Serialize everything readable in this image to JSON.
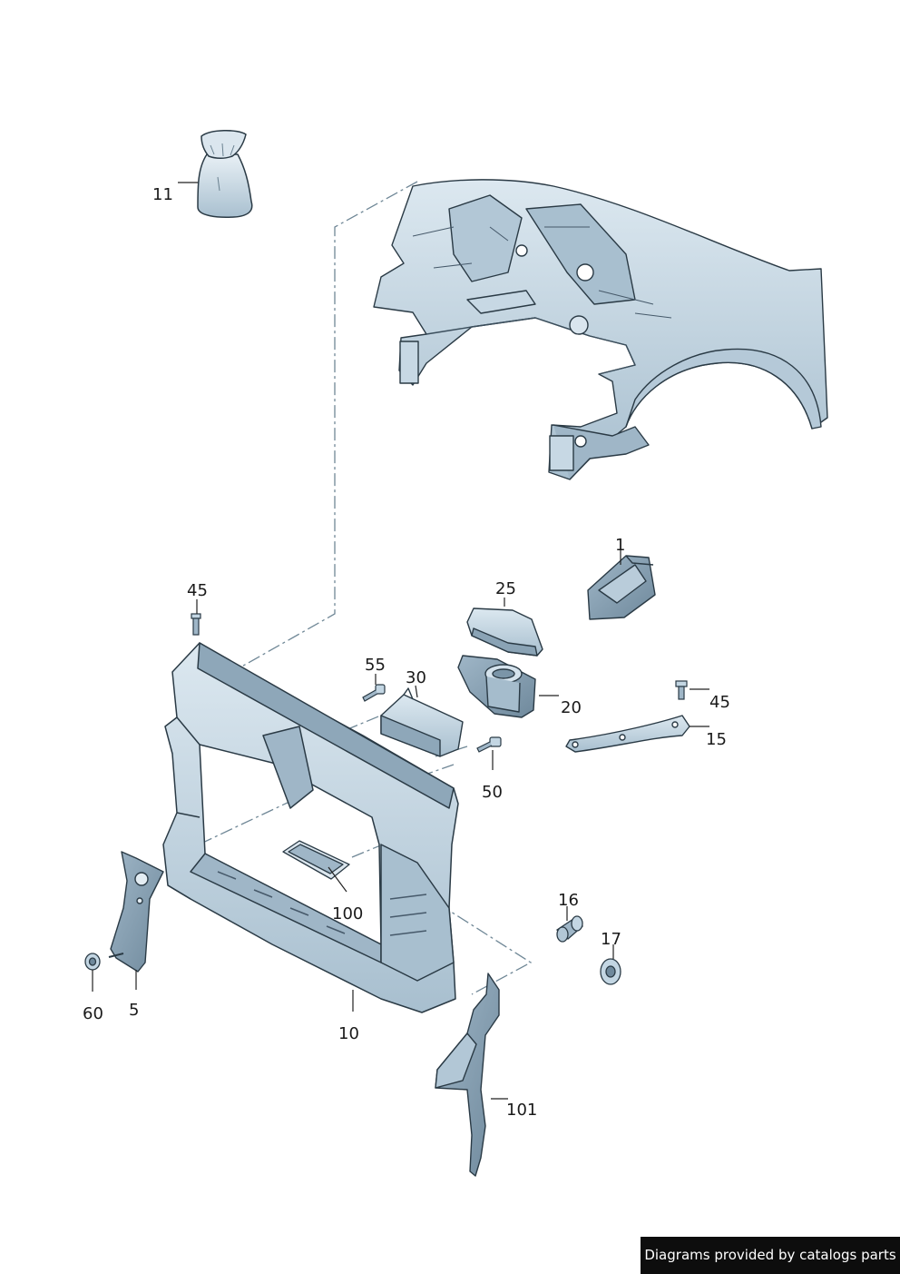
{
  "callouts": [
    "11",
    "45",
    "55",
    "30",
    "25",
    "1",
    "20",
    "45",
    "15",
    "50",
    "100",
    "16",
    "17",
    "60",
    "5",
    "10",
    "101"
  ],
  "credit": "Diagrams provided by catalogs parts",
  "colors": {
    "part_fill": "#c3d6e3",
    "part_fill_dark": "#9bb3c5",
    "part_fill_shadow": "#6f899c",
    "outline": "#2a3a45",
    "leader": "#222222",
    "dash_line": "#6f8796"
  }
}
